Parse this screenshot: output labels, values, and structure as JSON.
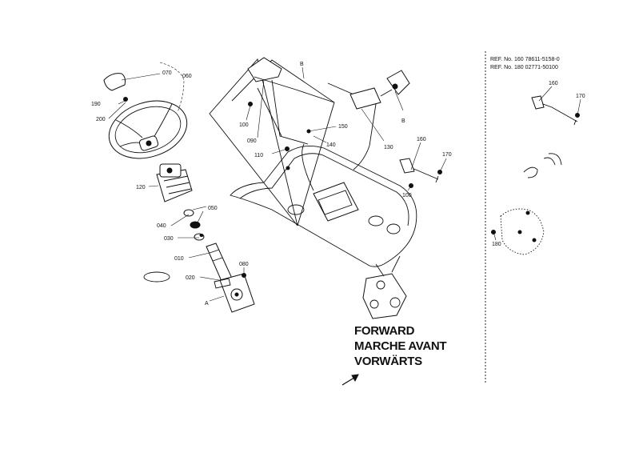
{
  "labels": {
    "p070": "070",
    "p060": "060",
    "p190": "190",
    "p200": "200",
    "p120": "120",
    "p050": "050",
    "p040": "040",
    "p030": "030",
    "p010": "010",
    "p080": "080",
    "p020": "020",
    "pA": "A",
    "pB1": "B",
    "p100a": "100",
    "p090": "090",
    "p150": "150",
    "p140": "140",
    "p110": "110",
    "pB2": "B",
    "p130": "130",
    "p160": "160",
    "p170": "170",
    "p100b": "100",
    "r160": "160",
    "r170": "170",
    "r180": "180"
  },
  "stamp": "",
  "ref_lines": [
    "REF. No. 160 78611-5158-0",
    "REF. No. 180 02771-50100"
  ],
  "direction": [
    "FORWARD",
    "MARCHE AVANT",
    "VORWÄRTS"
  ]
}
